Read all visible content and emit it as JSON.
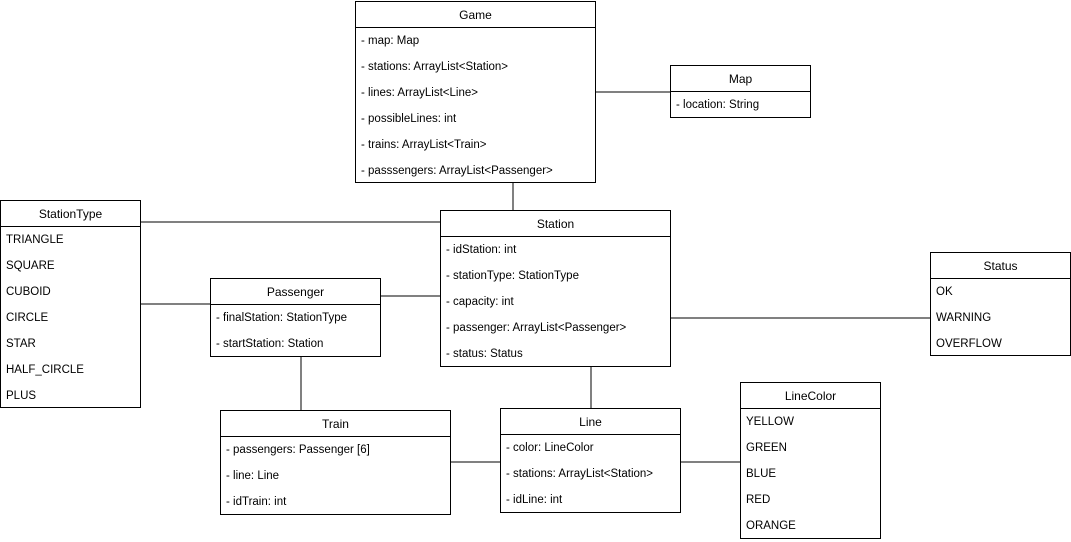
{
  "classes": {
    "game": {
      "name": "Game",
      "fields": [
        "- map: Map",
        "- stations: ArrayList<Station>",
        "- lines: ArrayList<Line>",
        "- possibleLines: int",
        "- trains: ArrayList<Train>",
        "- passsengers: ArrayList<Passenger>"
      ]
    },
    "map": {
      "name": "Map",
      "fields": [
        "- location: String"
      ]
    },
    "station_type": {
      "name": "StationType",
      "fields": [
        "TRIANGLE",
        "SQUARE",
        "CUBOID",
        "CIRCLE",
        "STAR",
        "HALF_CIRCLE",
        "PLUS"
      ]
    },
    "station": {
      "name": "Station",
      "fields": [
        "- idStation: int",
        "- stationType: StationType",
        "- capacity: int",
        "- passenger: ArrayList<Passenger>",
        "- status: Status"
      ]
    },
    "passenger": {
      "name": "Passenger",
      "fields": [
        "- finalStation: StationType",
        "- startStation: Station"
      ]
    },
    "status": {
      "name": "Status",
      "fields": [
        "OK",
        "WARNING",
        "OVERFLOW"
      ]
    },
    "train": {
      "name": "Train",
      "fields": [
        "- passengers: Passenger [6]",
        "- line: Line",
        "- idTrain: int"
      ]
    },
    "line": {
      "name": "Line",
      "fields": [
        "- color: LineColor",
        "- stations: ArrayList<Station>",
        "- idLine: int"
      ]
    },
    "line_color": {
      "name": "LineColor",
      "fields": [
        "YELLOW",
        "GREEN",
        "BLUE",
        "RED",
        "ORANGE"
      ]
    }
  }
}
